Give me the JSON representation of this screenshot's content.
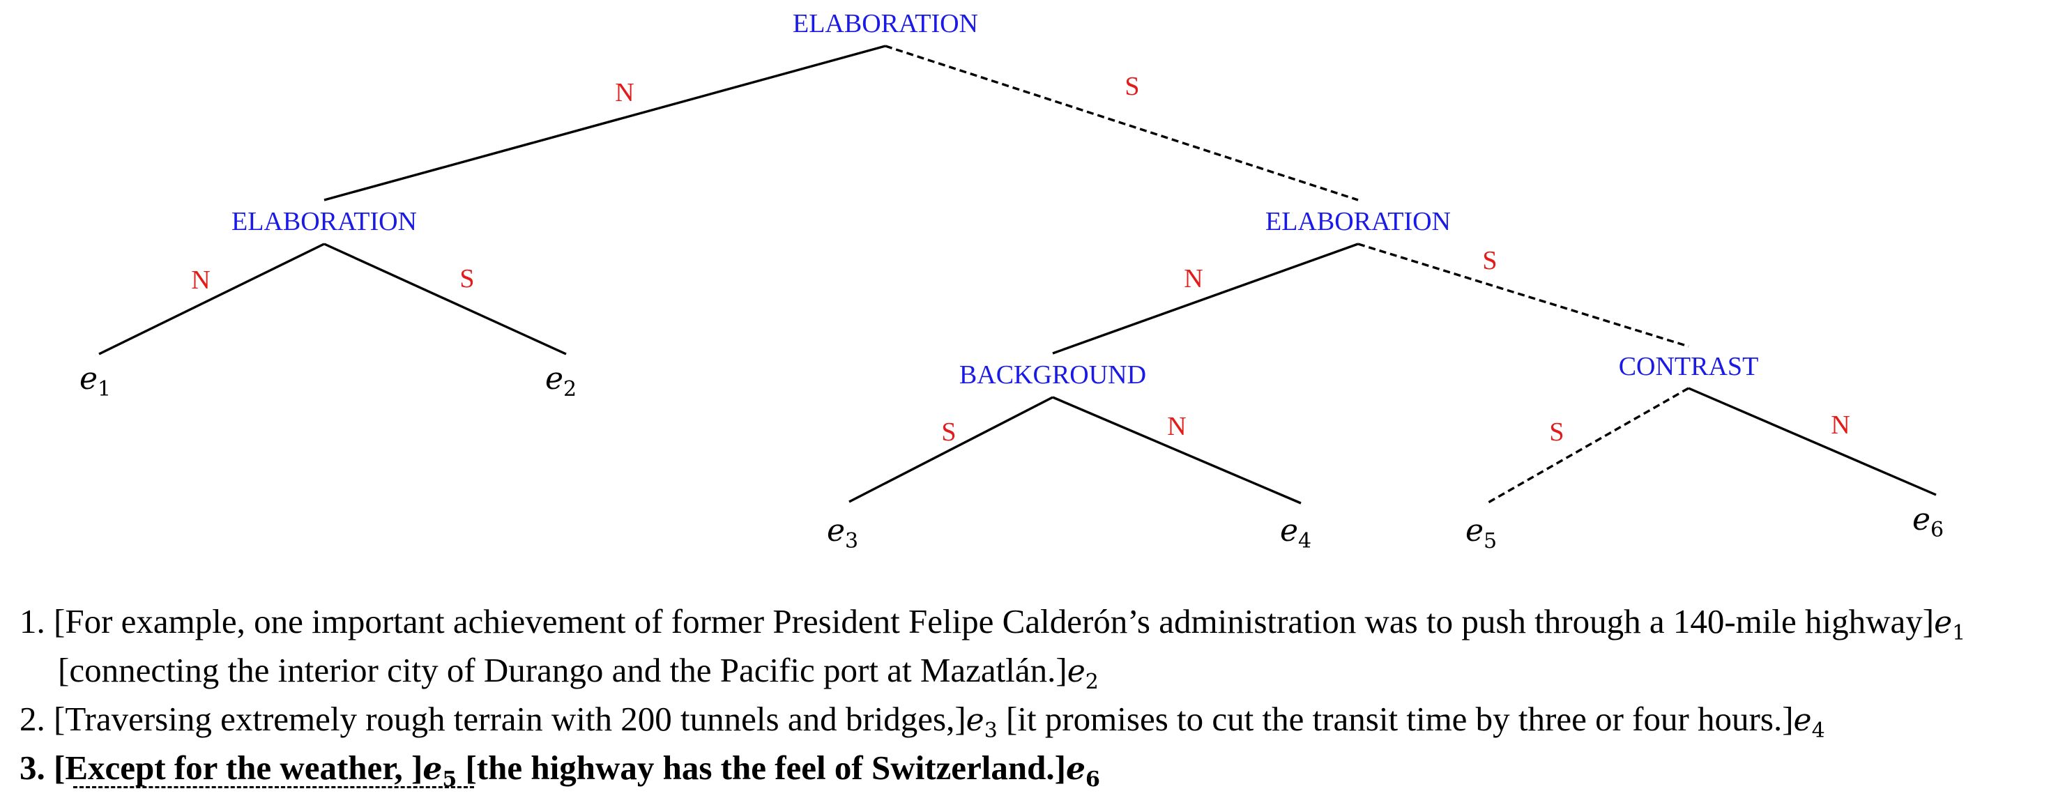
{
  "tree": {
    "root": {
      "relation": "ELABORATION",
      "left_nuclearity": "N",
      "right_nuclearity": "S"
    },
    "left": {
      "relation": "ELABORATION",
      "left_nuclearity": "N",
      "right_nuclearity": "S",
      "leaves": [
        "e1",
        "e2"
      ]
    },
    "right": {
      "relation": "ELABORATION",
      "left_nuclearity": "N",
      "right_nuclearity": "S"
    },
    "background": {
      "relation": "BACKGROUND",
      "left_nuclearity": "S",
      "right_nuclearity": "N",
      "leaves": [
        "e3",
        "e4"
      ]
    },
    "contrast": {
      "relation": "CONTRAST",
      "left_nuclearity": "S",
      "right_nuclearity": "N",
      "leaves": [
        "e5",
        "e6"
      ]
    }
  },
  "examples": [
    {
      "number": "1.",
      "lines": [
        [
          {
            "t": "[For example, one important achievement of former President Felipe Calderón’s administration was to push through a 140-mile highway]"
          },
          {
            "m": "e",
            "sub": "1"
          }
        ],
        [
          {
            "t": "[connecting the interior city of Durango and the Pacific port at Mazatlán.]"
          },
          {
            "m": "e",
            "sub": "2"
          }
        ]
      ],
      "bold": false
    },
    {
      "number": "2.",
      "lines": [
        [
          {
            "t": "[Traversing extremely rough terrain with 200 tunnels and bridges,]"
          },
          {
            "m": "e",
            "sub": "3"
          },
          {
            "t": " [it promises to cut the transit time by three or four hours.]"
          },
          {
            "m": "e",
            "sub": "4"
          }
        ]
      ],
      "bold": false
    },
    {
      "number": "3.",
      "lines": [
        [
          {
            "t": "[Except for the weather, ]"
          },
          {
            "m": "e",
            "sub": "5"
          },
          {
            "t": " [the highway has the feel of Switzerland.]"
          },
          {
            "m": "e",
            "sub": "6"
          }
        ]
      ],
      "bold": true
    }
  ]
}
